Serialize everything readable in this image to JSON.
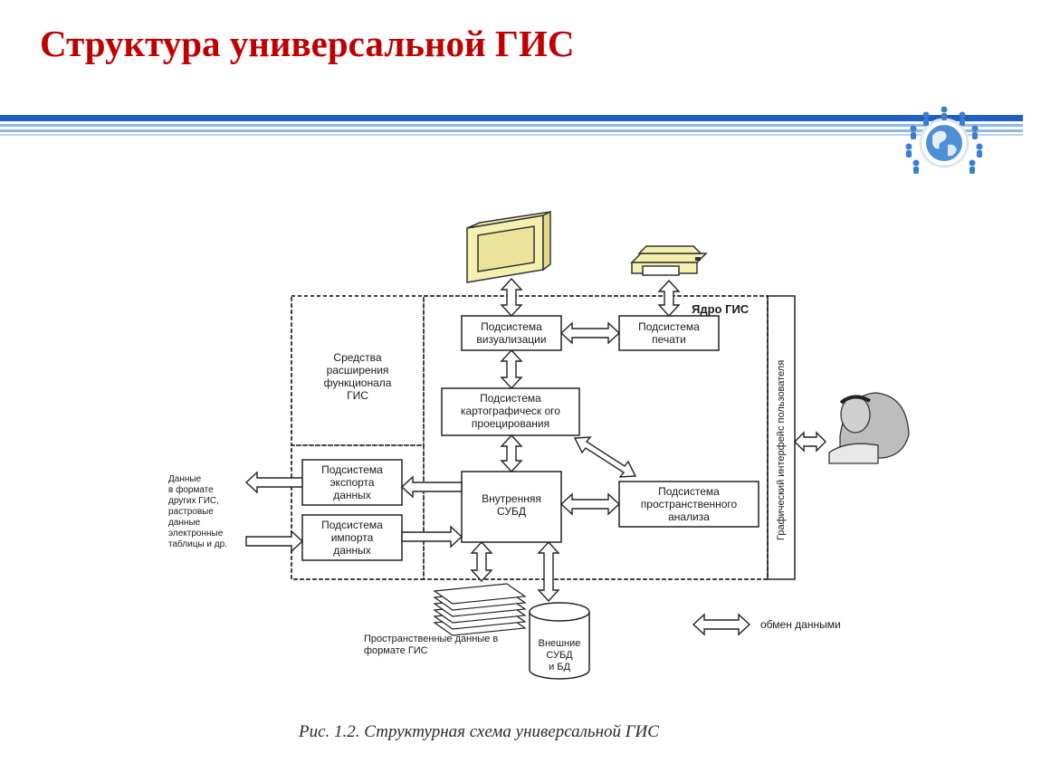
{
  "slide": {
    "title": "Структура универсальной ГИС",
    "caption": "Рис. 1.2. Структурная схема универсальной ГИС",
    "colors": {
      "title": "#c00000",
      "stripe_dark": "#1f5fbf",
      "stripe_light": "#8fb8e8",
      "monitor": "#f5efb0"
    }
  },
  "diagram": {
    "core_label": "Ядро ГИС",
    "gui_label": "Графический интерфейс пользователя",
    "extension": [
      "Средства",
      "расширения",
      "функционала",
      "ГИС"
    ],
    "visualization": [
      "Подсистема",
      "визуализации"
    ],
    "printing": [
      "Подсистема",
      "печати"
    ],
    "projection": [
      "Подсистема",
      "картографическ ого",
      "проецирования"
    ],
    "export": [
      "Подсистема",
      "экспорта",
      "данных"
    ],
    "import": [
      "Подсистема",
      "импорта",
      "данных"
    ],
    "dbms": [
      "Внутренняя",
      "СУБД"
    ],
    "analysis": [
      "Подсистема",
      "пространственного",
      "анализа"
    ],
    "external_db": [
      "Внешние",
      "СУБД",
      "и БД"
    ],
    "other_formats": [
      "Данные",
      "в формате",
      "других ГИС,",
      "растровые",
      "данные",
      "электронные",
      "таблицы и др."
    ],
    "spatial_data": [
      "Пространственные данные в",
      "формате ГИС"
    ],
    "legend": "обмен данными",
    "icons": [
      "monitor-icon",
      "printer-icon",
      "user-icon",
      "document-stack-icon",
      "database-cylinder-icon",
      "globe-people-icon"
    ]
  }
}
